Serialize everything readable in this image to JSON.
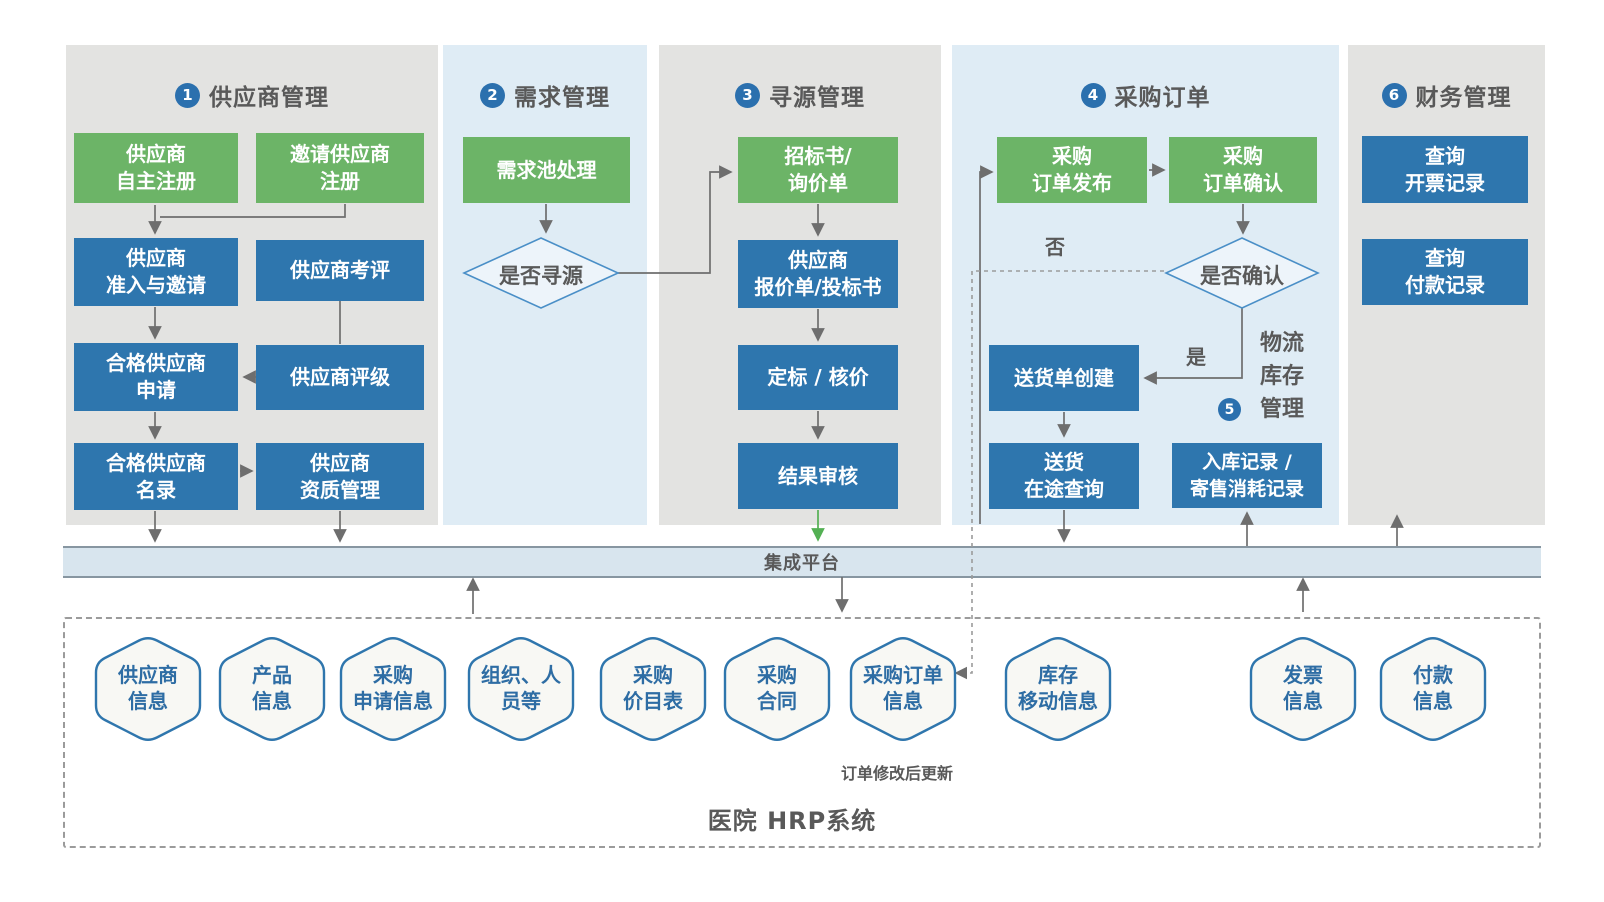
{
  "headers": [
    {
      "badge": "1",
      "title": "供应商管理"
    },
    {
      "badge": "2",
      "title": "需求管理"
    },
    {
      "badge": "3",
      "title": "寻源管理"
    },
    {
      "badge": "4",
      "title": "采购订单"
    },
    {
      "badge": "6",
      "title": "财务管理"
    }
  ],
  "section5": {
    "badge": "5",
    "text": "物流\n库存\n管理"
  },
  "nodes": {
    "supplier_self": "供应商\n自主注册",
    "invite_register": "邀请供应商\n注册",
    "access_invite": "供应商\n准入与邀请",
    "assessment": "供应商考评",
    "qualified_apply": "合格供应商\n申请",
    "rating": "供应商评级",
    "qualified_directory": "合格供应商\n名录",
    "qualification_mgmt": "供应商\n资质管理",
    "demand_pool": "需求池处理",
    "decision_sourcing": "是否寻源",
    "tender": "招标书/\n询价单",
    "quote_bid": "供应商\n报价单/投标书",
    "award": "定标 / 核价",
    "result_review": "结果审核",
    "po_publish": "采购\n订单发布",
    "po_confirm": "采购\n订单确认",
    "decision_confirm": "是否确认",
    "delivery_create": "送货单创建",
    "delivery_query": "送货\n在途查询",
    "inbound": "入库记录 /\n寄售消耗记录",
    "invoice_query": "查询\n开票记录",
    "payment_query": "查询\n付款记录"
  },
  "labels": {
    "no": "否",
    "yes": "是",
    "platform": "集成平台",
    "order_update": "订单修改后更新",
    "hrp": "医院 HRP系统"
  },
  "hexagons": [
    "供应商\n信息",
    "产品\n信息",
    "采购\n申请信息",
    "组织、人\n员等",
    "采购\n价目表",
    "采购\n合同",
    "采购订单\n信息",
    "库存\n移动信息",
    "发票\n信息",
    "付款\n信息"
  ],
  "colors": {
    "green_box": "#6cb467",
    "blue_box": "#2e76ae",
    "badge_blue": "#2b70ae",
    "column_gray": "#e3e3e1",
    "column_blue": "#dfecf5",
    "platform_bar": "#d8e5ee",
    "hexagon_stroke": "#2f76ad",
    "hexagon_text": "#2e6da4",
    "heading_text": "#595959",
    "arrow_gray": "#6e6e6e",
    "arrow_green": "#54b054",
    "diamond_stroke": "#4a8fc7"
  }
}
